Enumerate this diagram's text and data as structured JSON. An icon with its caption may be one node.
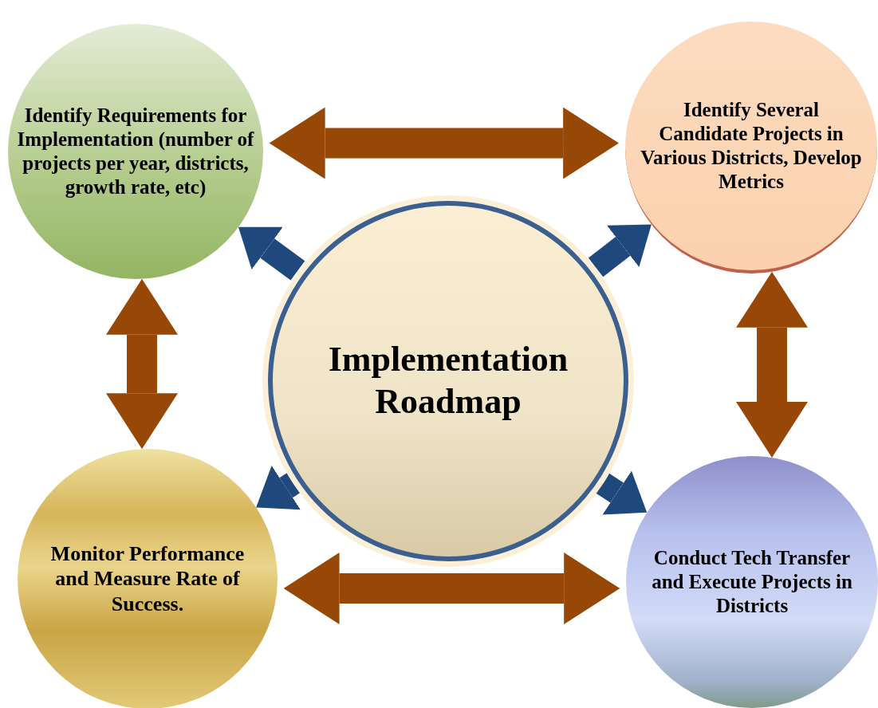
{
  "diagram": {
    "nodes": [
      {
        "text": [
          "Identify Requirements for Implementation (number of projects per year, districts, growth rate, etc)"
        ]
      },
      {
        "text": [
          "Identify Several Candidate Projects in Various Districts, Develop Metrics"
        ]
      },
      {
        "text": [
          "Implementation Roadmap"
        ]
      },
      {
        "text": [
          "Monitor Performance and Measure Rate of Success."
        ]
      },
      {
        "text": [
          "Conduct Tech Transfer and Execute Projects in Districts"
        ]
      }
    ],
    "edges": [
      {
        "from": 0,
        "to": 1,
        "arrow": "both",
        "color": "#974706"
      },
      {
        "from": 0,
        "to": 3,
        "arrow": "both",
        "color": "#974706"
      },
      {
        "from": 1,
        "to": 4,
        "arrow": "both",
        "color": "#974706"
      },
      {
        "from": 3,
        "to": 4,
        "arrow": "both",
        "color": "#974706"
      },
      {
        "from": 2,
        "to": 0,
        "arrow": "to",
        "color": "#1f497d"
      },
      {
        "from": 2,
        "to": 1,
        "arrow": "to",
        "color": "#1f497d"
      },
      {
        "from": 2,
        "to": 3,
        "arrow": "to",
        "color": "#1f497d"
      },
      {
        "from": 2,
        "to": 4,
        "arrow": "to",
        "color": "#1f497d"
      }
    ]
  }
}
